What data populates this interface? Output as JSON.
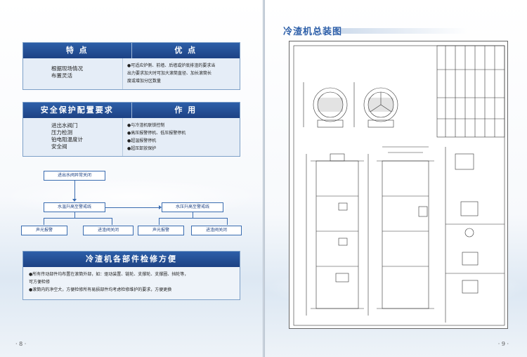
{
  "left": {
    "features": {
      "head_left": "特  点",
      "head_right": "优  点",
      "items_left": [
        "根据现场情况",
        "布置灵活"
      ],
      "items_right": [
        "●可适应炉侧、前墙、后墙或炉底排渣的要求当",
        "出力要求加大时可加大滚筒直径、加长滚筒长",
        "度或增加分区数量"
      ]
    },
    "safety": {
      "head_left": "安全保护配置要求",
      "head_right": "作  用",
      "items_left": [
        "进出水阀门",
        "压力检测",
        "铂电阻温度计",
        "安全阀"
      ],
      "items_right": [
        "●与冷渣机联锁控制",
        "●高压报警停机、低压报警停机",
        "●超温报警停机",
        "●超压卸放保护"
      ]
    },
    "flow": {
      "top": "进出水阀异常关闭",
      "mid_left": "水温升高至警戒线",
      "mid_right": "水压升高至警戒线",
      "b1": "声光报警",
      "b2": "进渣阀关闭",
      "b3": "声光报警",
      "b4": "进渣阀关闭"
    },
    "maintenance": {
      "title": "冷渣机各部件检修方便",
      "lines": [
        "●所有传动部件均布置在滚筒外部，如：驱动装置、链轮、支撑轮、支撑圈、挡轮等，",
        "  可方便检修",
        "●滚筒内的净空大，方便检修所有易损部件均考虑检修维护的要求，方便更换"
      ]
    },
    "page_number": "· 8 ·"
  },
  "right": {
    "title": "冷渣机总装图",
    "page_number": "· 9 ·"
  }
}
